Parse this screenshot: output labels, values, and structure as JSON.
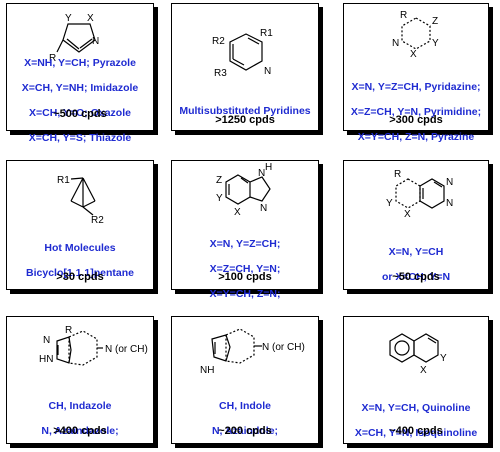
{
  "cards": [
    {
      "atoms": {
        "x": "X",
        "y": "Y",
        "n": "N",
        "r": "R"
      },
      "lines": [
        "X=NH, Y=CH; Pyrazole",
        "X=CH, Y=NH; Imidazole",
        "X=CH, Y=O; Oxazole",
        "X=CH, Y=S; Thiazole"
      ],
      "count": "~500 cpds"
    },
    {
      "atoms": {
        "r1": "R1",
        "r2": "R2",
        "r3": "R3",
        "n": "N"
      },
      "lines": [
        "Multisubstituted Pyridines"
      ],
      "count": ">1250 cpds"
    },
    {
      "atoms": {
        "r": "R",
        "x": "X",
        "y": "Y",
        "z": "Z",
        "n": "N"
      },
      "lines": [
        "X=N, Y=Z=CH, Pyridazine;",
        "X=Z=CH, Y=N, Pyrimidine;",
        "X=Y=CH, Z=N, Pyrazine"
      ],
      "count": ">300 cpds"
    },
    {
      "atoms": {
        "r1": "R1",
        "r2": "R2"
      },
      "lines": [
        "Hot Molecules",
        "Bicyclo[1.1.1]pentane"
      ],
      "count": ">30 cpds"
    },
    {
      "atoms": {
        "z": "Z",
        "y": "Y",
        "x": "X",
        "n": "N",
        "h": "H"
      },
      "lines": [
        "X=N, Y=Z=CH;",
        "X=Z=CH, Y=N;",
        "X=Y=CH, Z=N;"
      ],
      "count": ">100 cpds"
    },
    {
      "atoms": {
        "r": "R",
        "x": "X",
        "y": "Y",
        "n1": "N",
        "n2": "N"
      },
      "lines": [
        "X=N, Y=CH",
        "or X=CH, Y=N"
      ],
      "count": "~50 cpds"
    },
    {
      "atoms": {
        "r": "R",
        "hn": "HN",
        "n": "N",
        "nch": "N (or CH)"
      },
      "lines": [
        "CH, Indazole",
        "N, Azaindazole;"
      ],
      "count": ">400 cpds"
    },
    {
      "atoms": {
        "nh": "NH",
        "nch": "N (or CH)"
      },
      "lines": [
        "CH, Indole",
        "N, Azaindole;"
      ],
      "count": "~200 cpds"
    },
    {
      "atoms": {
        "x": "X",
        "y": "Y"
      },
      "lines": [
        "X=N, Y=CH, Quinoline",
        "X=CH, Y=N, Isoquinoline"
      ],
      "count": "~400 cpds"
    }
  ]
}
